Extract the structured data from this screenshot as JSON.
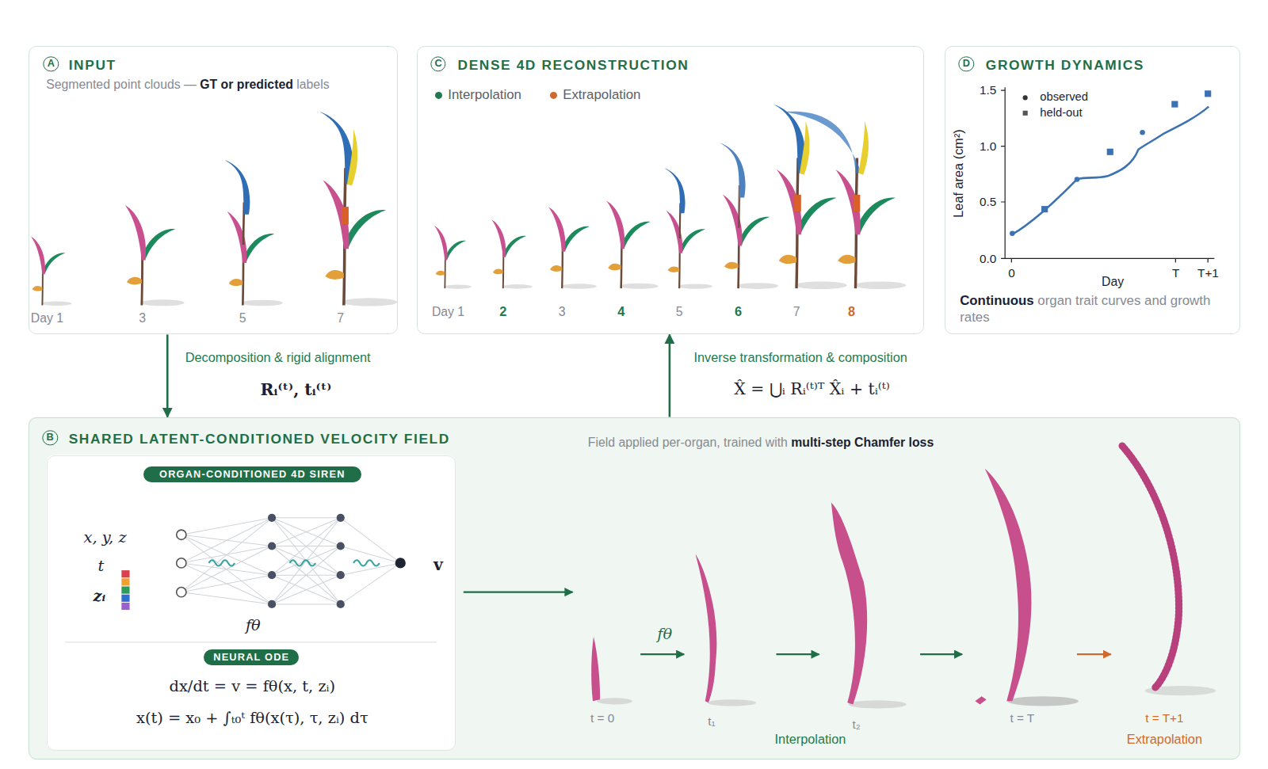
{
  "diagram": {
    "nodes": [
      {
        "text": [
          "A",
          "INPUT",
          "Segmented point clouds —",
          "GT or predicted",
          "labels"
        ]
      },
      {
        "text": [
          "C",
          "DENSE 4D RECONSTRUCTION"
        ]
      },
      {
        "text": [
          "D",
          "GROWTH DYNAMICS",
          "Continuous",
          "organ trait curves and growth rates"
        ]
      },
      {
        "text": [
          "B",
          "SHARED LATENT-CONDITIONED VELOCITY FIELD",
          "Field applied per-organ, trained with",
          "multi-step Chamfer loss"
        ]
      },
      {
        "text": [
          "x, y, z",
          "t",
          "zᵢ",
          "fθ",
          "v",
          "dx/dt = v = fθ(x, t, zᵢ)",
          "x(t) = x₀ + ∫ₜ₀ᵗ fθ(x(τ), τ, zᵢ) dτ"
        ],
        "in": 3
      },
      {
        "text": [
          "ORGAN-CONDITIONED 4D SIREN"
        ],
        "in": 4
      },
      {
        "text": [
          "NEURAL ODE"
        ],
        "in": 4
      }
    ],
    "edges": [
      {
        "from": 0,
        "to": 3,
        "arrow": "to",
        "label": "Decomposition & rigid alignment"
      },
      {
        "from": 3,
        "to": 1,
        "arrow": "to",
        "label": "Inverse transformation & composition"
      }
    ],
    "labels": [
      "Day 1",
      "3",
      "5",
      "7",
      "Day 1",
      "2",
      "3",
      "4",
      "5",
      "6",
      "7",
      "8",
      "observed",
      "held-out",
      "1.5",
      "1.0",
      "0.5",
      "0.0",
      "0",
      "T",
      "T+1",
      "Day",
      "Leaf area (cm²)",
      "Rᵢ⁽ᵗ⁾, tᵢ⁽ᵗ⁾",
      "X̂ = ⋃ᵢ Rᵢ⁽ᵗ⁾ᵀ X̂ᵢ + tᵢ⁽ᵗ⁾",
      "fθ",
      "t = 0",
      "t₁",
      "t₂",
      "t = T",
      "t = T+1",
      "Interpolation",
      "Extrapolation"
    ],
    "legend": [
      {
        "text": "Interpolation",
        "color": "#1f7a4d"
      },
      {
        "text": "Extrapolation",
        "color": "#d0692e"
      }
    ]
  }
}
